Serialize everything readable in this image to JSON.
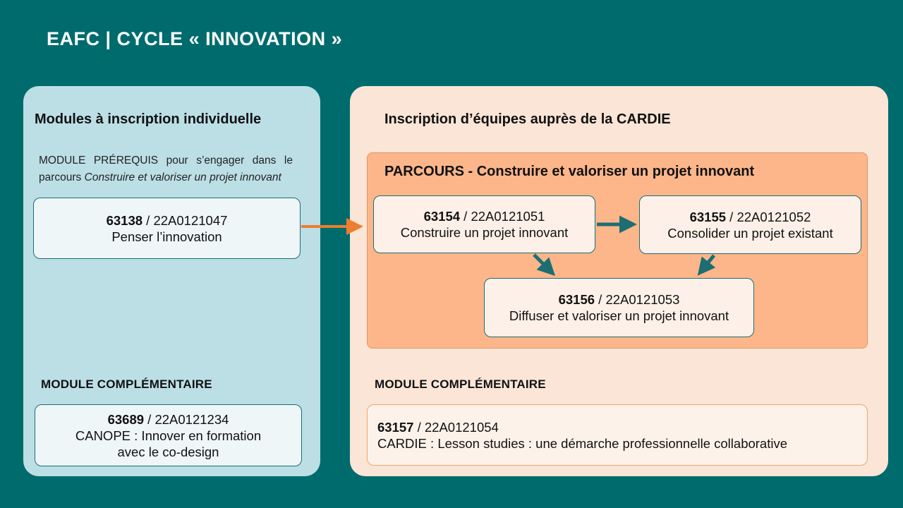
{
  "title": "EAFC | CYCLE « INNOVATION »",
  "left_panel": {
    "heading": "Modules  à inscription individuelle",
    "prereq_text": "MODULE PRÉREQUIS pour s’engager dans le parcours",
    "prereq_italic": "Construire et valoriser un projet innovant",
    "prereq_module": {
      "code": "63138",
      "ref": " / 22A0121047",
      "label": "Penser l’innovation"
    },
    "complementary_heading": "MODULE COMPLÉMENTAIRE",
    "complementary_module": {
      "code": "63689",
      "ref": " / 22A0121234",
      "label_line1": "CANOPE : Innover en formation",
      "label_line2": "avec le co-design"
    }
  },
  "right_panel": {
    "heading": "Inscription d’équipes auprès de la CARDIE",
    "parcours_title": "PARCOURS  - Construire et valoriser un projet innovant",
    "modules": [
      {
        "code": "63154",
        "ref": " / 22A0121051",
        "label": "Construire un projet innovant"
      },
      {
        "code": "63155",
        "ref": " / 22A0121052",
        "label": "Consolider un projet existant"
      },
      {
        "code": "63156",
        "ref": " / 22A0121053",
        "label": "Diffuser et valoriser un projet innovant"
      }
    ],
    "complementary_heading": "MODULE COMPLÉMENTAIRE",
    "complementary_module": {
      "code": "63157",
      "ref": " / 22A0121054",
      "label": "CARDIE : Lesson studies : une démarche professionnelle collaborative"
    }
  },
  "colors": {
    "background": "#006b6d",
    "left_panel": "#bcdfe6",
    "right_panel": "#fbe5d6",
    "parcours": "#fcb68a",
    "arrow_orange": "#ed7d31",
    "arrow_teal": "#1c6e73"
  }
}
